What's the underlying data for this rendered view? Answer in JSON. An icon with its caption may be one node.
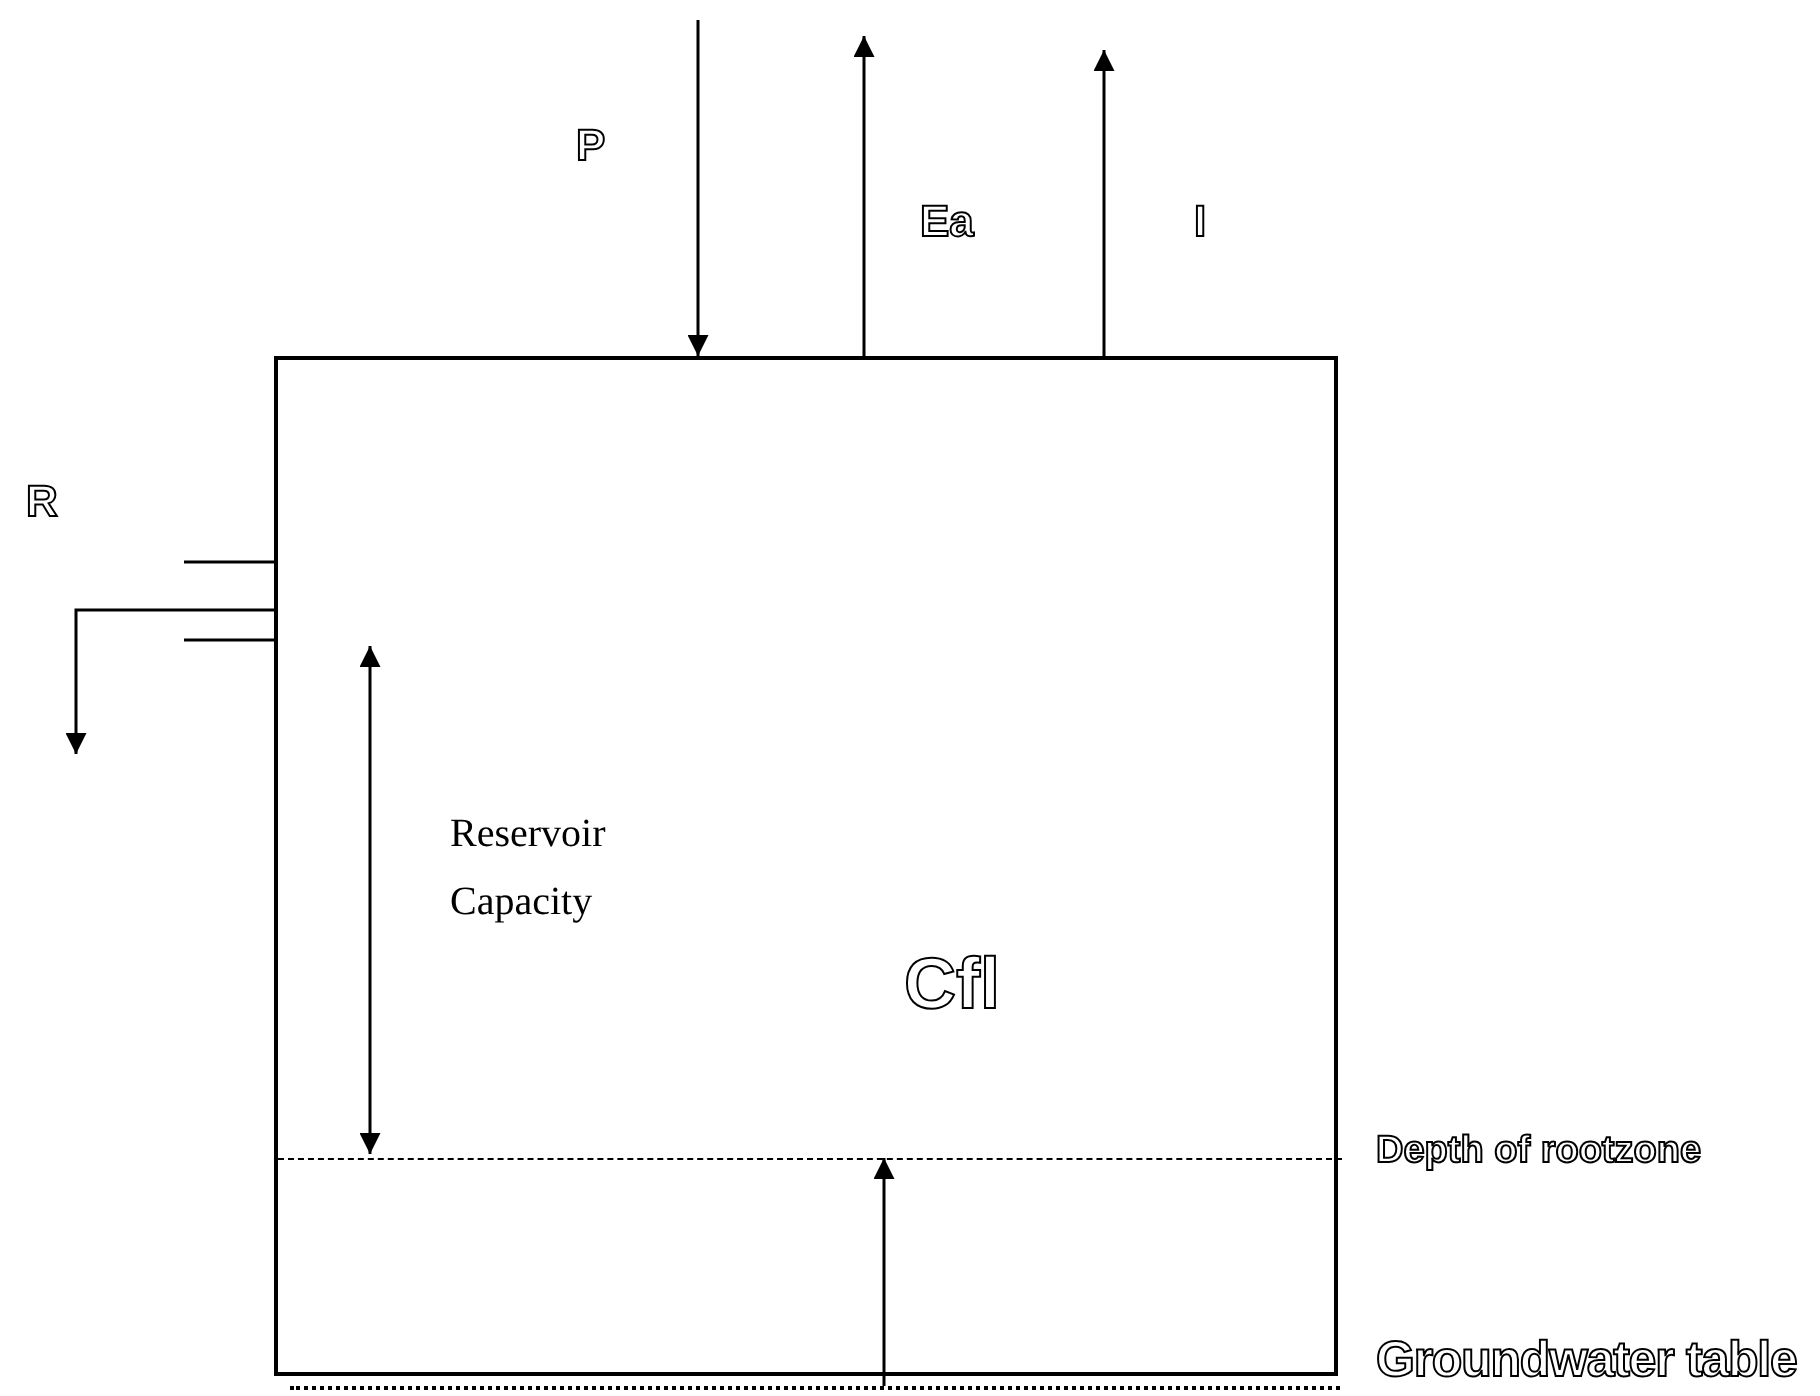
{
  "diagram": {
    "nodes": [
      {
        "text": [],
        "shape": "box"
      },
      {
        "text": [],
        "shape": "bar",
        "in": 0,
        "beside": [
          "Depth of rootzone"
        ]
      },
      {
        "text": [],
        "shape": "bar",
        "beside": [
          "Groundwater table"
        ]
      }
    ],
    "edges": [
      {
        "from": null,
        "to": 0,
        "arrow": "to",
        "label": "P"
      },
      {
        "from": 0,
        "to": null,
        "arrow": "to",
        "label": "Ea"
      },
      {
        "from": 0,
        "to": null,
        "arrow": "to",
        "label": "I"
      },
      {
        "from": 0,
        "to": null,
        "arrow": "to",
        "label": "R"
      },
      {
        "from": 2,
        "to": 1,
        "arrow": "to",
        "label": "Cfl"
      }
    ],
    "labels": [
      "Reservoir Capacity"
    ]
  }
}
